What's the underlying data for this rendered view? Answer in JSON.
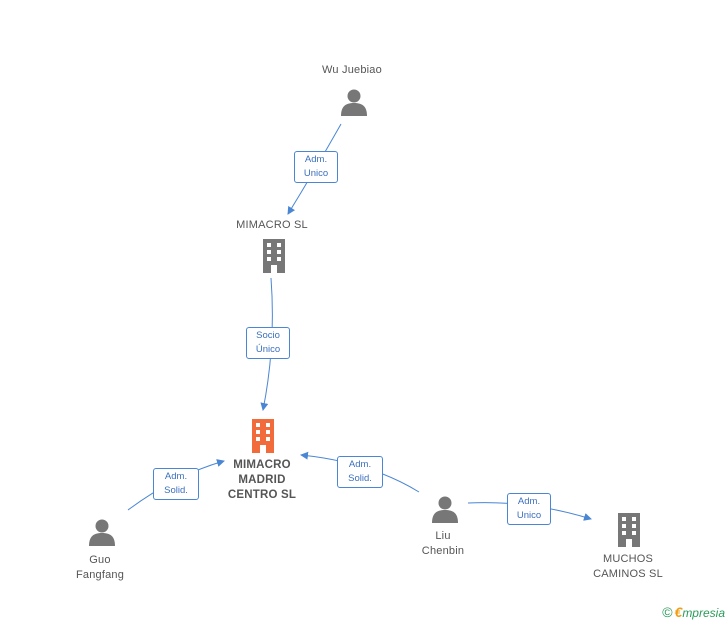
{
  "nodes": {
    "wu": {
      "label": "Wu Juebiao",
      "type": "person"
    },
    "mimacro_sl": {
      "label": "MIMACRO  SL",
      "type": "company"
    },
    "main": {
      "label": "MIMACRO\nMADRID\nCENTRO  SL",
      "type": "company-main"
    },
    "guo": {
      "label": "Guo\nFangfang",
      "type": "person"
    },
    "liu": {
      "label": "Liu\nChenbin",
      "type": "person"
    },
    "muchos": {
      "label": "MUCHOS\nCAMINOS  SL",
      "type": "company"
    }
  },
  "edges": {
    "wu_to_mimacro": {
      "label": "Adm.\nUnico"
    },
    "mimacro_to_main": {
      "label": "Socio\nÚnico"
    },
    "guo_to_main": {
      "label": "Adm.\nSolid."
    },
    "liu_to_main": {
      "label": "Adm.\nSolid."
    },
    "liu_to_muchos": {
      "label": "Adm.\nUnico"
    }
  },
  "colors": {
    "edge": "#4a86d4",
    "icon_gray": "#777777",
    "icon_main": "#f26b3a"
  },
  "watermark": {
    "copyright": "©",
    "brand_initial": "€",
    "brand_rest": "mpresia"
  }
}
